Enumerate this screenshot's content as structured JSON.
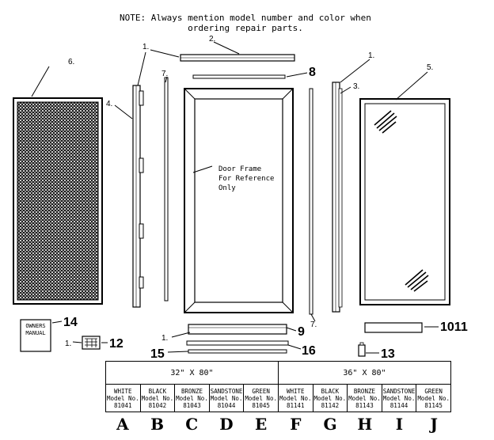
{
  "note": {
    "line1": "NOTE: Always mention model number and color when",
    "line2": "ordering repair parts."
  },
  "frame_label": {
    "line1": "Door Frame",
    "line2": "For Reference",
    "line3": "Only"
  },
  "owners_manual": {
    "line1": "OWNERS",
    "line2": "MANUAL"
  },
  "callouts": {
    "c1a": "1.",
    "c1b": "1.",
    "c1c": "1.",
    "c1d": "1.",
    "c2": "2.",
    "c3": "3.",
    "c4": "4.",
    "c5": "5.",
    "c6": "6.",
    "c7a": "7.",
    "c7b": "7.",
    "c8": "8",
    "c9": "9",
    "c1011": "1011",
    "c12": "12",
    "c13": "13",
    "c14": "14",
    "c15": "15",
    "c16": "16"
  },
  "table": {
    "sizes": [
      "32\" X 80\"",
      "36\" X 80\""
    ],
    "model_label": "Model No.",
    "models": [
      {
        "color": "WHITE",
        "number": "81041",
        "letter": "A"
      },
      {
        "color": "BLACK",
        "number": "81042",
        "letter": "B"
      },
      {
        "color": "BRONZE",
        "number": "81043",
        "letter": "C"
      },
      {
        "color": "SANDSTONE",
        "number": "81044",
        "letter": "D"
      },
      {
        "color": "GREEN",
        "number": "81045",
        "letter": "E"
      },
      {
        "color": "WHITE",
        "number": "81141",
        "letter": "F"
      },
      {
        "color": "BLACK",
        "number": "81142",
        "letter": "G"
      },
      {
        "color": "BRONZE",
        "number": "81143",
        "letter": "H"
      },
      {
        "color": "SANDSTONE",
        "number": "81144",
        "letter": "I"
      },
      {
        "color": "GREEN",
        "number": "81145",
        "letter": "J"
      }
    ]
  },
  "colors": {
    "ink": "#000000",
    "paper": "#ffffff"
  }
}
